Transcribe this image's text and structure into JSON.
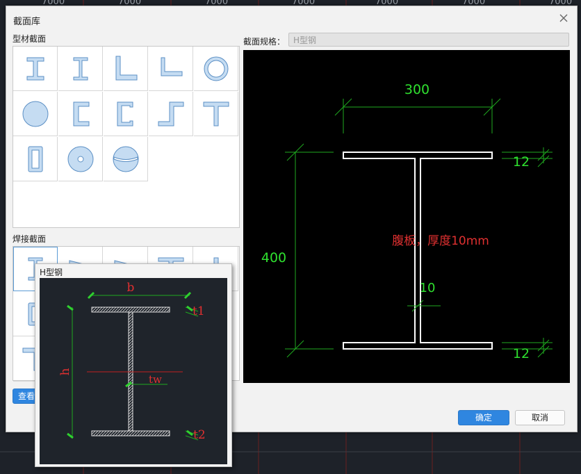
{
  "background": {
    "ruler_labels": [
      "7000",
      "7000",
      "7000",
      "7000",
      "7000",
      "7000",
      "7000"
    ]
  },
  "dialog": {
    "title": "截面库",
    "profile_section_label": "型材截面",
    "welded_section_label": "焊接截面",
    "spec_label": "截面规格：",
    "spec_value": "H型钢",
    "view_button_label": "查看",
    "ok_button_label": "确定",
    "cancel_button_label": "取消"
  },
  "profile_icons": [
    "i-beam-icon",
    "h-beam-icon",
    "angle-icon",
    "unequal-angle-icon",
    "pipe-icon",
    "solid-round-icon",
    "channel-icon",
    "c-channel-icon",
    "z-section-icon",
    "t-section-icon",
    "rect-tube-icon",
    "hollow-round-icon",
    "split-sphere-icon"
  ],
  "preview": {
    "flange_width": "300",
    "height": "400",
    "top_flange_thickness": "12",
    "bottom_flange_thickness": "12",
    "web_thickness": "10",
    "web_note": "腹板，厚度10mm"
  },
  "tooltip": {
    "title": "H型钢",
    "label_b": "b",
    "label_h": "h",
    "label_t1": "t1",
    "label_t2": "t2",
    "label_tw": "tw"
  },
  "colors": {
    "accent": "#2f86e0",
    "dimension_green": "#2fe02f",
    "annotation_red": "#e03030",
    "icon_fill": "#c5dcf2",
    "icon_stroke": "#5b8fc4"
  }
}
